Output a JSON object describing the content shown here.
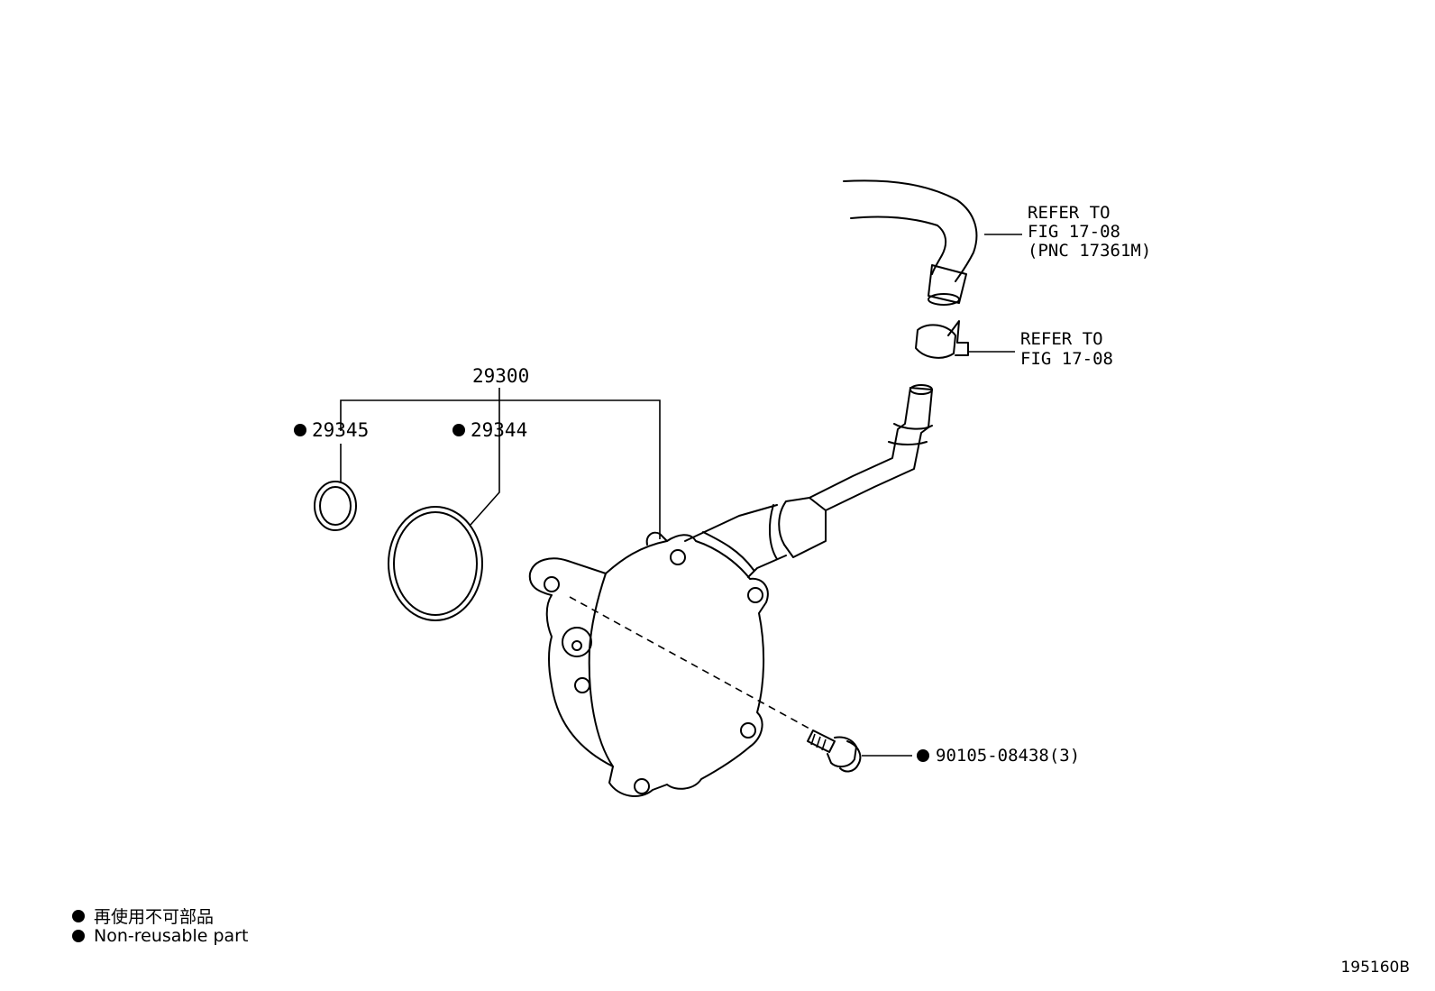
{
  "parts": {
    "assembly": "29300",
    "small_oring": "29345",
    "large_oring": "29344",
    "bolt": "90105-08438(3)"
  },
  "refs": {
    "hose": [
      "REFER TO",
      "FIG 17-08",
      "(PNC 17361M)"
    ],
    "clamp": [
      "REFER TO",
      "FIG 17-08"
    ]
  },
  "legend": {
    "jp": "再使用不可部品",
    "en": "Non-reusable part"
  },
  "figure_id": "195160B"
}
